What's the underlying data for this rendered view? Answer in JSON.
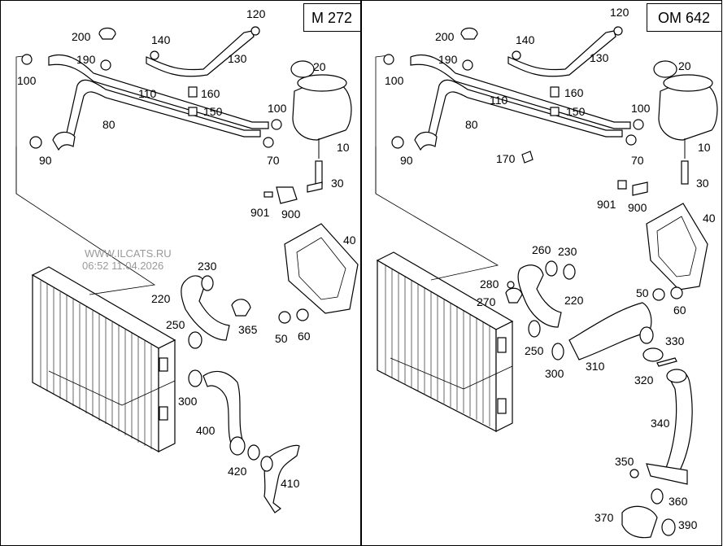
{
  "panels": [
    {
      "engine": "M 272",
      "labels": {
        "p10": "10",
        "p20": "20",
        "p30": "30",
        "p40": "40",
        "p50": "50",
        "p60": "60",
        "p70": "70",
        "p80": "80",
        "p90": "90",
        "p100a": "100",
        "p100b": "100",
        "p110": "110",
        "p120": "120",
        "p130": "130",
        "p140": "140",
        "p150": "150",
        "p160": "160",
        "p190": "190",
        "p200": "200",
        "p220": "220",
        "p230": "230",
        "p250": "250",
        "p300": "300",
        "p365": "365",
        "p400": "400",
        "p410": "410",
        "p420": "420",
        "p900": "900",
        "p901": "901"
      }
    },
    {
      "engine": "OM 642",
      "labels": {
        "p10": "10",
        "p20": "20",
        "p30": "30",
        "p40": "40",
        "p50": "50",
        "p60": "60",
        "p70": "70",
        "p80": "80",
        "p90": "90",
        "p100a": "100",
        "p100b": "100",
        "p110": "110",
        "p120": "120",
        "p130": "130",
        "p140": "140",
        "p150": "150",
        "p160": "160",
        "p170": "170",
        "p190": "190",
        "p200": "200",
        "p220": "220",
        "p230": "230",
        "p250": "250",
        "p260": "260",
        "p270": "270",
        "p280": "280",
        "p300": "300",
        "p310": "310",
        "p320": "320",
        "p330": "330",
        "p340": "340",
        "p350": "350",
        "p360": "360",
        "p370": "370",
        "p390": "390",
        "p900": "900",
        "p901": "901"
      }
    }
  ],
  "watermark": {
    "site": "WWW.ILCATS.RU",
    "stamp": "06:52 11.04.2026"
  }
}
